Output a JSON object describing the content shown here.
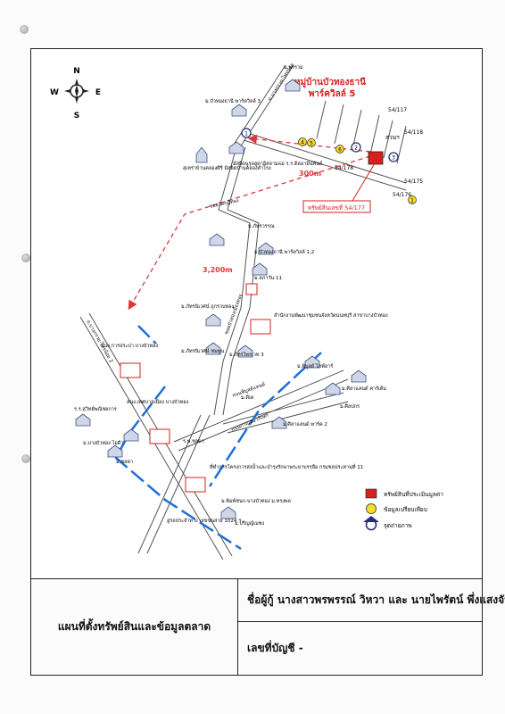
{
  "map": {
    "village_title": "หมู่บ้านบัวทองธานี",
    "village_subtitle": "พาร์ควิลล์ 5",
    "subject_label": "ทรัพย์สินเลขที่ 54/177",
    "distance_near": "300m",
    "distance_far": "3,200m",
    "plot_labels": [
      "54/117",
      "54/118",
      "54/175",
      "54/176",
      "54/178"
    ],
    "park_label": "สวนฯ",
    "comparable_markers": [
      "4",
      "5",
      "6",
      "1"
    ],
    "view_markers": [
      "1",
      "2",
      "3"
    ],
    "compass": [
      "N",
      "E",
      "S",
      "W"
    ],
    "places": [
      "ม.พรรวม",
      "ม.บัวทองธานี พาร์ควิลล์ 3",
      "มัสยิดนูรุลฮูดาอิสลามแม่ ร.ร.ดิลอามีนพันธ์",
      "สุเหร่าบ้านคลองศิริ มัสยิดบ้านคลองสำโรง",
      "ม.ภัทรวรรณ",
      "ม.บัวทองธานี พาร์ควิลล์ 1,2",
      "ม.ลภาวัน 11",
      "ม.ภัทรนิเวศน์ ถูกรวบทอง",
      "สำนักงานพัฒนาชุมชนจังหวัดนนทบุรี สาขาบางบัวทอง",
      "ม.ภัทรนิเวศน์ ชมพูน",
      "ม.ภัทรไพรเวท 3",
      "ม.พิบูลย์ ไลฟ์อาร์",
      "ม.ดีเด",
      "ม.ศิลาแลนด์ คาร์เดิม",
      "ม.ศิลาแลนด์ พาร์ค 2",
      "ม.ศิลปกร",
      "สนง.การประปา บางบัวทอง",
      "สนง.เทศบาลเมือง บางบัวทอง",
      "ร.ร.สุวิทย์พณิชยการ",
      "ม.บางบัวทอง ไอดีว",
      "ม.ชลดา",
      "ร.พ.ชลดา",
      "ที่ทำการโครงการส่งน้ำและบำรุงรักษาพระยาบรรลือ กรมชลประทานที่ 11",
      "ม.พิมพ์ชนก-บางบัวทอง ม.ทรงพล",
      "ม.ปริญญ์เมซง",
      "อู่รถประจำทาง เลขขนสาย 1024 ฯ"
    ],
    "roads": [
      "ถ.บางกรวย-ไทรน้อย",
      "ซอยวัดกุฎีทอง",
      "ซอยบัวทองเมืองทอง",
      "ถ.บางกรวย-ไทรน้อย 2",
      "ถนนพิบูลย์แลนด์",
      "ถนนกาญจนาภิเษก"
    ]
  },
  "legend": {
    "items": [
      {
        "label": "ทรัพย์สินที่ประเมินมูลค่า",
        "symbol": "red-square-icon"
      },
      {
        "label": "ข้อมูลเปรียบเทียบ",
        "symbol": "yellow-circle-icon"
      },
      {
        "label": "จุดถ่ายภาพ",
        "symbol": "camera-point-icon"
      }
    ]
  },
  "footer": {
    "title": "แผนที่ตั้งทรัพย์สินและข้อมูลตลาด",
    "owner_line": "ชื่อผู้กู้  นางสาวพรพรรณ์ วิหวา และ นายไพรัตน์  พึ่งแสงจันทร์",
    "account_line": "เลขที่บัญชี   -"
  },
  "colors": {
    "subject_red": "#d81f1f",
    "distance_red": "#e0353a",
    "comparable_yellow": "#f6dd2a",
    "river_blue": "#1e6fd8",
    "road_stroke": "#555555",
    "house_blue": "#3a4f86"
  }
}
